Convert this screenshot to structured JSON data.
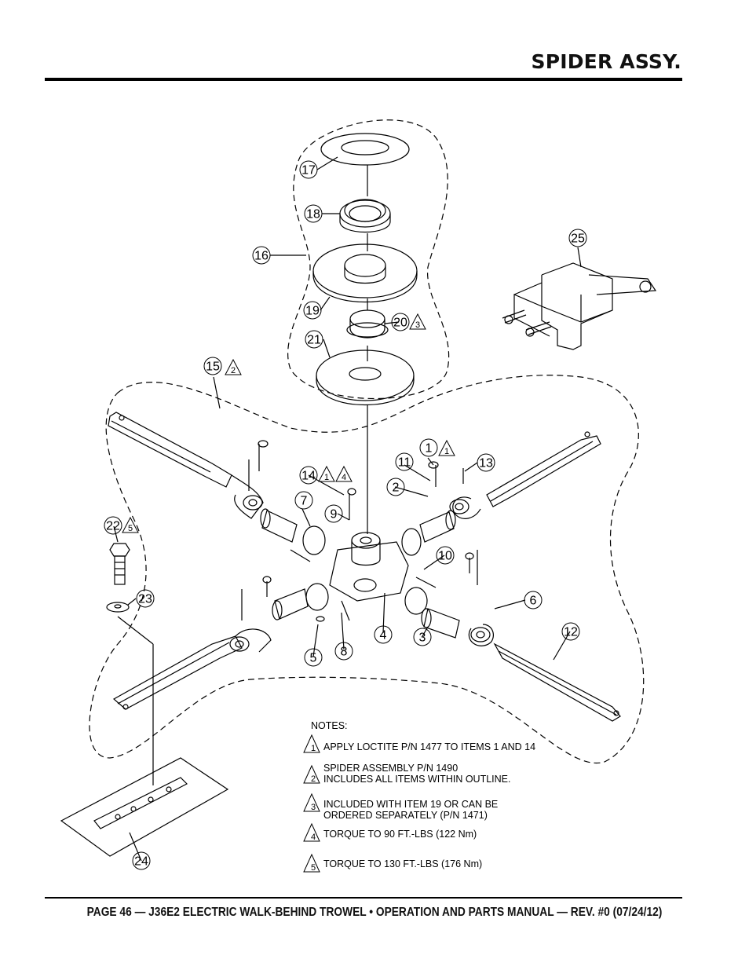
{
  "header": {
    "title": "SPIDER ASSY."
  },
  "footer": {
    "text": "PAGE 46 — J36E2 ELECTRIC WALK-BEHIND TROWEL • OPERATION AND PARTS MANUAL — REV. #0 (07/24/12)"
  },
  "callouts": {
    "c1": "1",
    "c2": "2",
    "c3": "3",
    "c4": "4",
    "c5": "5",
    "c6": "6",
    "c7": "7",
    "c8": "8",
    "c9": "9",
    "c10": "10",
    "c11": "11",
    "c12": "12",
    "c13": "13",
    "c14": "14",
    "c15": "15",
    "c16": "16",
    "c17": "17",
    "c18": "18",
    "c19": "19",
    "c20": "20",
    "c21": "21",
    "c22": "22",
    "c23": "23",
    "c24": "24",
    "c25": "25"
  },
  "flags": {
    "f1": "1",
    "f14a": "1",
    "f14b": "4",
    "f15": "2",
    "f20": "3",
    "f22": "5"
  },
  "notes": {
    "heading": "NOTES:",
    "items": [
      {
        "num": "1",
        "lines": [
          "APPLY LOCTITE  P/N 1477 TO ITEMS 1 AND 14"
        ]
      },
      {
        "num": "2",
        "lines": [
          "SPIDER ASSEMBLY P/N 1490",
          "INCLUDES ALL ITEMS WITHIN OUTLINE."
        ]
      },
      {
        "num": "3",
        "lines": [
          "INCLUDED WITH ITEM 19 OR CAN BE",
          "ORDERED SEPARATELY (P/N 1471)"
        ]
      },
      {
        "num": "4",
        "lines": [
          "TORQUE TO 90 FT.-LBS (122 Nm)"
        ]
      },
      {
        "num": "5",
        "lines": [
          "TORQUE TO 130 FT.-LBS (176 Nm)"
        ]
      }
    ]
  }
}
